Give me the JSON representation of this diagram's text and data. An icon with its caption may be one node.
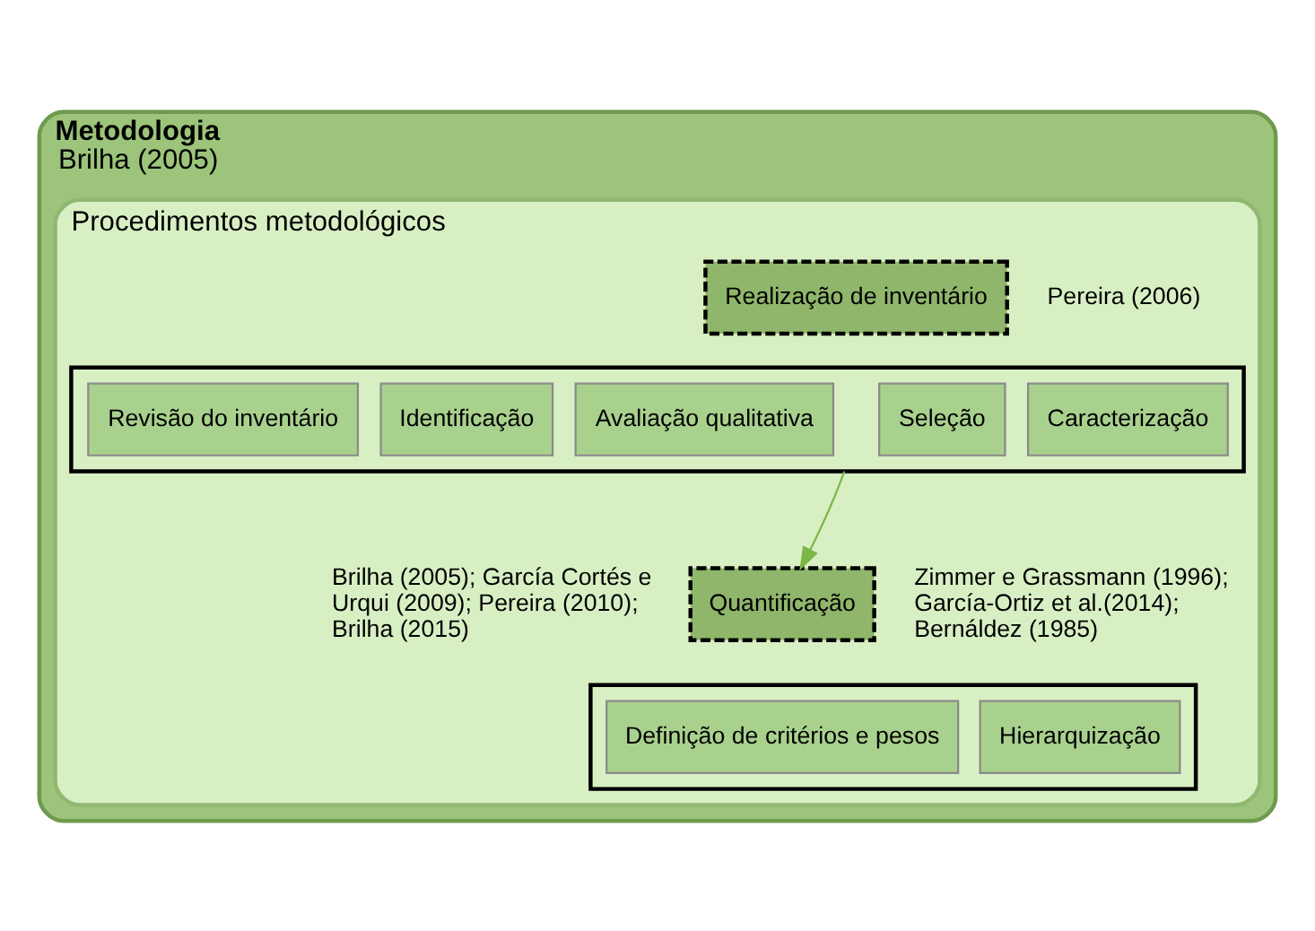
{
  "diagram": {
    "nodes": [
      {
        "text": [
          "Metodologia",
          "Brilha (2005)"
        ]
      },
      {
        "text": [
          "Procedimentos metodológicos"
        ],
        "in": 0
      },
      {
        "text": [
          "Realização de inventário"
        ],
        "in": 1,
        "beside": [
          "Pereira (2006)"
        ]
      },
      {
        "text": [],
        "shape": "bracket",
        "in": 1
      },
      {
        "text": [
          "Revisão do inventário"
        ],
        "in": 3
      },
      {
        "text": [
          "Identificação"
        ],
        "in": 3
      },
      {
        "text": [
          "Avaliação qualitativa"
        ],
        "in": 3
      },
      {
        "text": [
          "Seleção"
        ],
        "in": 3
      },
      {
        "text": [
          "Caracterização"
        ],
        "in": 3
      },
      {
        "text": [
          "Quantificação"
        ],
        "in": 1
      },
      {
        "text": [],
        "shape": "bracket",
        "in": 1
      },
      {
        "text": [
          "Definição de critérios e pesos"
        ],
        "in": 10
      },
      {
        "text": [
          "Hierarquização"
        ],
        "in": 10
      }
    ],
    "edges": [
      {
        "from": 3,
        "to": 9,
        "arrow": "to",
        "color": "#7ab648"
      }
    ],
    "labels": [
      "Brilha (2005); García Cortés e Urqui (2009); Pereira (2010); Brilha (2015)",
      "Zimmer e Grassmann (1996); García-Ortiz et al.(2014); Bernáldez (1985)"
    ]
  }
}
